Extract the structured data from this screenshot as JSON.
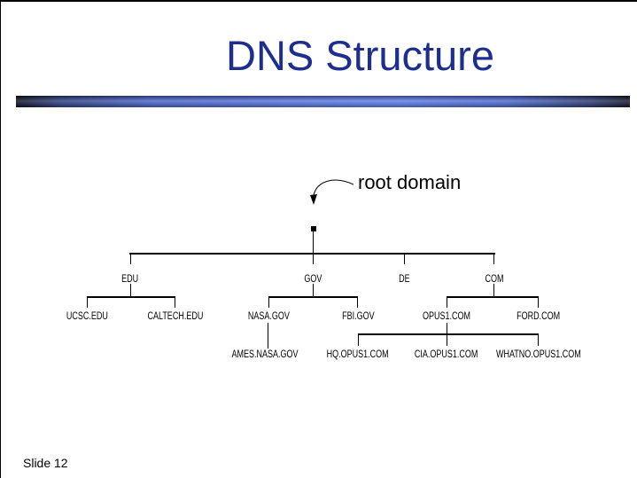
{
  "slide": {
    "title": "DNS Structure",
    "footer": "Slide 12"
  },
  "colors": {
    "title_text": "#1c2e8e",
    "banner_blue": "#5a78e0",
    "line_color": "#000000"
  },
  "diagram": {
    "annotation": "root domain",
    "root_icon": "black-square-dot",
    "tree": {
      "children": [
        {
          "label": "EDU",
          "children": [
            {
              "label": "UCSC.EDU"
            },
            {
              "label": "CALTECH.EDU"
            }
          ]
        },
        {
          "label": "GOV",
          "children": [
            {
              "label": "NASA.GOV",
              "children": [
                {
                  "label": "AMES.NASA.GOV"
                }
              ]
            },
            {
              "label": "FBI.GOV"
            }
          ]
        },
        {
          "label": "DE"
        },
        {
          "label": "COM",
          "children": [
            {
              "label": "OPUS1.COM",
              "children": [
                {
                  "label": "HQ.OPUS1.COM"
                },
                {
                  "label": "CIA.OPUS1.COM"
                },
                {
                  "label": "WHATNO.OPUS1.COM"
                }
              ]
            },
            {
              "label": "FORD.COM"
            }
          ]
        }
      ]
    }
  }
}
